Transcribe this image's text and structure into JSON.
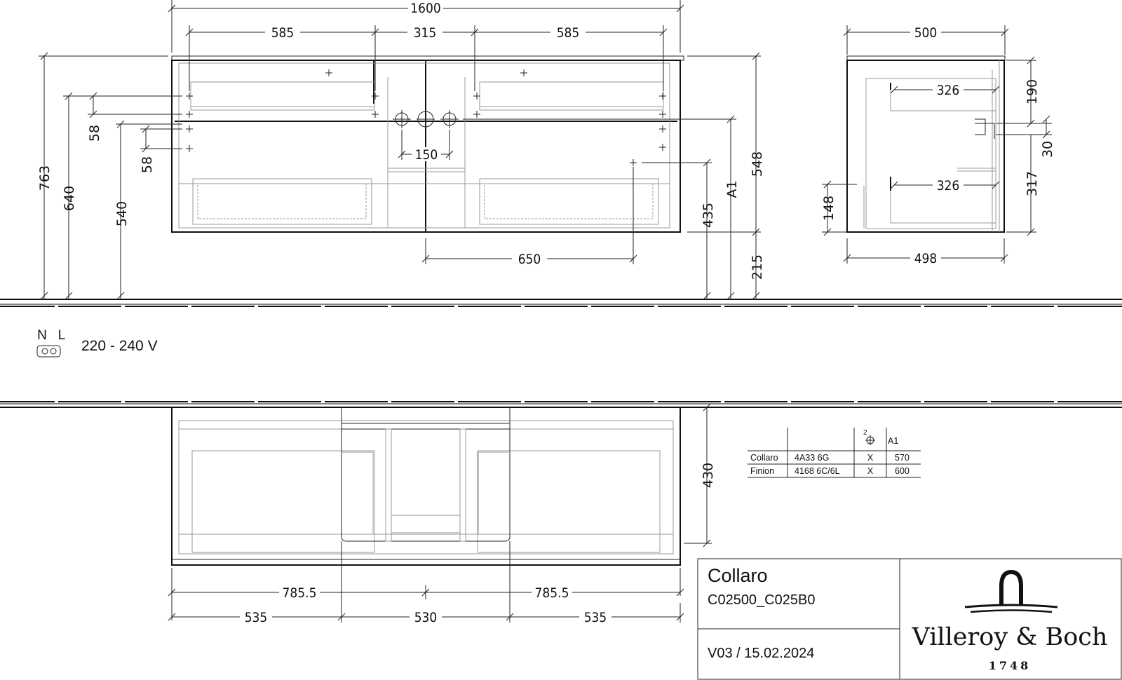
{
  "front_view": {
    "width_total": "1600",
    "width_left_drawer": "585",
    "width_center": "315",
    "width_right_drawer": "585",
    "tap_spacing": "150",
    "drain_offset": "650",
    "height_total": "763",
    "height_640": "640",
    "height_540": "540",
    "gap_upper": "58",
    "gap_lower": "58",
    "height_carcass": "548",
    "height_floor": "215",
    "height_435": "435",
    "label_a1": "A1"
  },
  "side_view": {
    "depth_top": "500",
    "depth_bottom": "498",
    "drawer_depth_upper": "326",
    "drawer_depth_lower": "326",
    "height_190": "190",
    "height_30": "30",
    "height_317": "317",
    "height_148": "148"
  },
  "electrical": {
    "n_label": "N",
    "l_label": "L",
    "voltage": "220 - 240 V"
  },
  "plan_view": {
    "depth": "430",
    "half_left": "785.5",
    "half_right": "785.5",
    "seg_left": "535",
    "seg_center": "530",
    "seg_right": "535"
  },
  "compat_table": {
    "header_a1": "A1",
    "rows": [
      {
        "name": "Collaro",
        "code": "4A33 6G",
        "mark": "X",
        "a1": "570"
      },
      {
        "name": "Finion",
        "code": "4168 6C/6L",
        "mark": "X",
        "a1": "600"
      }
    ]
  },
  "title_block": {
    "product": "Collaro",
    "article": "C02500_C025B0",
    "version": "V03 / 15.02.2024",
    "brand": "Villeroy & Boch",
    "year": "1748"
  }
}
